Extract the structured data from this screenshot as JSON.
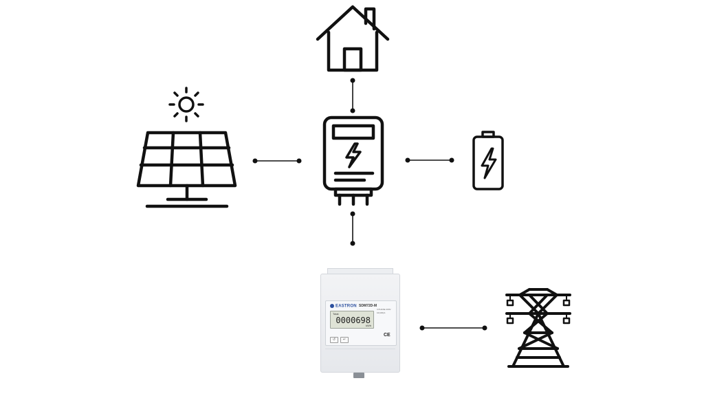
{
  "icons": {
    "home": "house-icon",
    "solar": "solar-panel-icon",
    "sun": "sun-icon",
    "inverter": "hybrid-inverter-icon",
    "battery": "battery-icon",
    "meter": "energy-meter-icon",
    "grid": "power-pylon-icon"
  },
  "meter": {
    "brand": "EASTRON",
    "model": "SDM72D-M",
    "lcd_label": "Total",
    "reading": "0000698",
    "unit": "kWh",
    "side_text": "3 PHASE 400V 10(100)A",
    "button_1": "↺",
    "button_2": "↵",
    "ce_mark": "CE"
  },
  "colors": {
    "stroke": "#111111",
    "meter_brand": "#2b4f9e"
  }
}
